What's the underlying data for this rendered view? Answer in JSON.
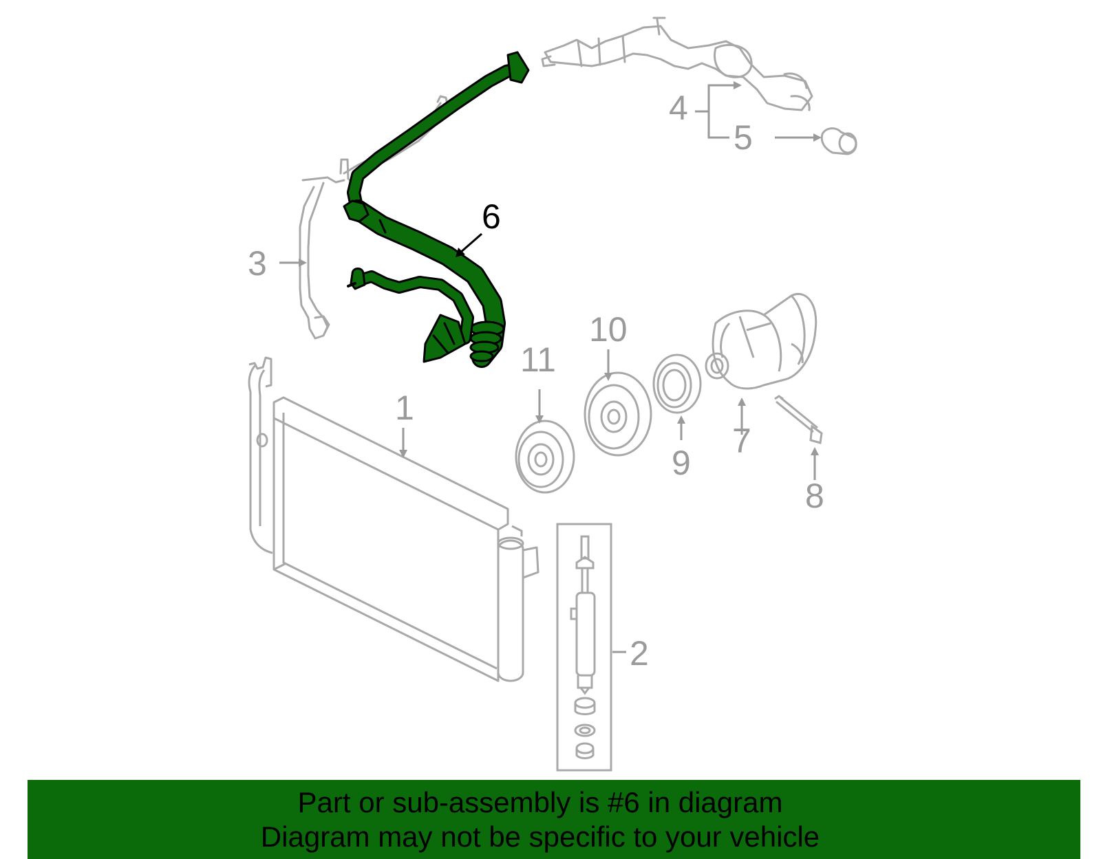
{
  "diagram": {
    "callouts": {
      "c1": "1",
      "c2": "2",
      "c3": "3",
      "c4": "4",
      "c5": "5",
      "c6": "6",
      "c7": "7",
      "c8": "8",
      "c9": "9",
      "c10": "10",
      "c11": "11"
    },
    "highlighted_part": "6",
    "colors": {
      "highlight": "#0b6b0b",
      "line_art": "#9a9a9a",
      "banner": "#0b6b0b"
    }
  },
  "banner": {
    "line1": "Part or sub-assembly is #6 in diagram",
    "line2": "Diagram may not be specific to your vehicle"
  }
}
